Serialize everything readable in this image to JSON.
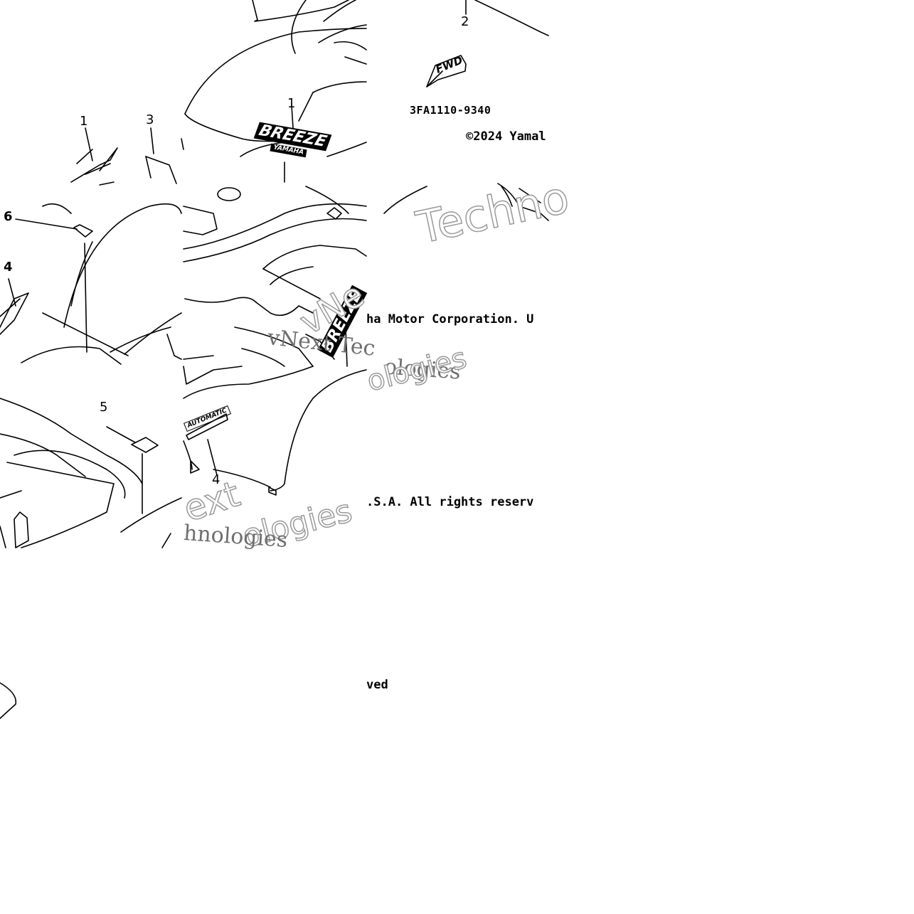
{
  "callouts": {
    "c1_left": "1",
    "c3": "3",
    "c1_top": "1",
    "c2": "2",
    "c6": "6",
    "c4_left": "4",
    "c5": "5",
    "c4_bottom": "4"
  },
  "decals": {
    "fwd": "FWD",
    "breeze_top": "BREEZE",
    "breeze_sub": "YAMAHA",
    "breeze_side": "BREEZE",
    "automatic": "AUTOMATIC"
  },
  "part_number": "3FA1110-9340",
  "copyright": {
    "line1": "©2024 Yamal",
    "line2": "ha Motor Corporation. U",
    "line3": ".S.A. All rights reserv",
    "line4": "ved"
  },
  "watermarks": {
    "w1": "Techno",
    "w2": "vNext Tec",
    "w3": "ologies",
    "w4": "vNe",
    "w5": "ext",
    "w6": "ologies",
    "w7": "chnologies",
    "w8": "hnologies"
  },
  "colors": {
    "ink": "#000000",
    "watermark": "#9a9a9a",
    "background": "#ffffff"
  }
}
